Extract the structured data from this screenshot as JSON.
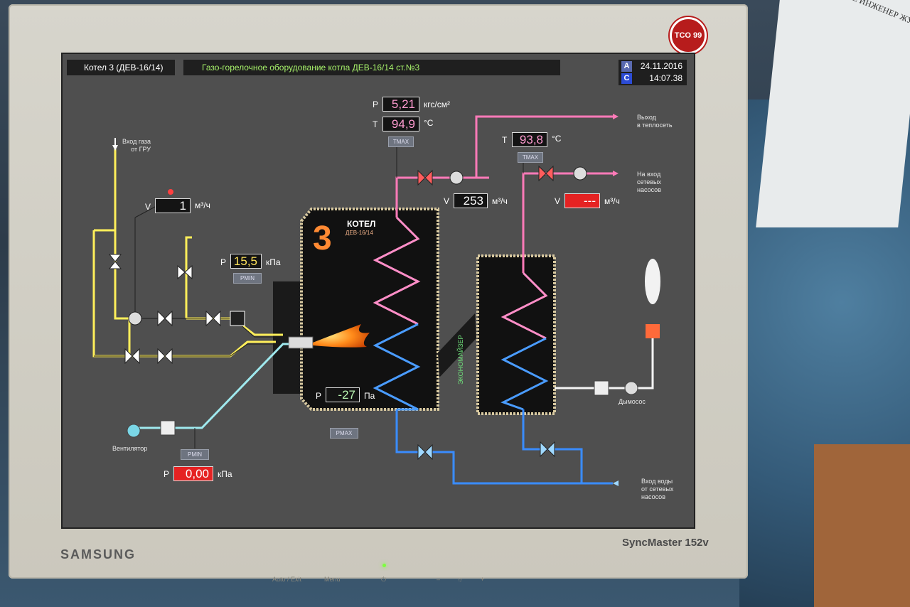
{
  "background": {
    "paper_text": "ТНЕ ИНЖЕНЕР\nЖУЖБА"
  },
  "monitor": {
    "brand": "SAMSUNG",
    "model": "SyncMaster 152v",
    "badge": "TCO 99",
    "buttons": [
      "Auto / Exit",
      "Menu",
      "⏻",
      "–",
      "☼",
      "+"
    ]
  },
  "header": {
    "boiler_label": "Котел 3 (ДЕВ-16/14)",
    "title": "Газо-горелочное оборудование котла ДЕВ-16/14 ст.№3",
    "mode_a": "A",
    "mode_c": "C",
    "date": "24.11.2016",
    "time": "14:07.38"
  },
  "colors": {
    "gas": "#ffef5a",
    "air": "#9fe9ee",
    "hot_water": "#ff7ab8",
    "cold_water": "#3a8cff",
    "alarm": "#e52222"
  },
  "gas_line": {
    "inlet_label": "Вход газа\nот ГРУ",
    "flow": {
      "label": "V",
      "value": "1",
      "unit": "м³/ч"
    },
    "pressure": {
      "label": "P",
      "value": "15,5",
      "unit": "кПа",
      "tag": "PMIN"
    }
  },
  "boiler": {
    "number": "3",
    "title": "КОТЕЛ",
    "subtitle": "ДЕВ-16/14",
    "furnace_pressure": {
      "label": "P",
      "value": "-27",
      "unit": "Па",
      "tag": "PMAX"
    }
  },
  "outlet": {
    "pressure": {
      "label": "P",
      "value": "5,21",
      "unit": "кгс/см²"
    },
    "temperature": {
      "label": "T",
      "value": "94,9",
      "unit": "°С",
      "tag": "TMAX"
    },
    "flow": {
      "label": "V",
      "value": "253",
      "unit": "м³/ч"
    },
    "dest_label": "Выход\nв теплосеть"
  },
  "return_line": {
    "temperature": {
      "label": "T",
      "value": "93,8",
      "unit": "°С",
      "tag": "TMAX"
    },
    "flow": {
      "label": "V",
      "value": "---",
      "unit": "м³/ч"
    },
    "dest_label": "На вход\nсетевых\nнасосов"
  },
  "economizer": {
    "label": "ЭКОНОМАЙЗЕР"
  },
  "fan": {
    "label": "Вентилятор",
    "pressure": {
      "label": "P",
      "value": "0,00",
      "unit": "кПа",
      "tag": "PMIN"
    }
  },
  "smoke_exhauster": {
    "label": "Дымосос"
  },
  "water_inlet": {
    "label": "Вход воды\nот сетевых\nнасосов"
  }
}
